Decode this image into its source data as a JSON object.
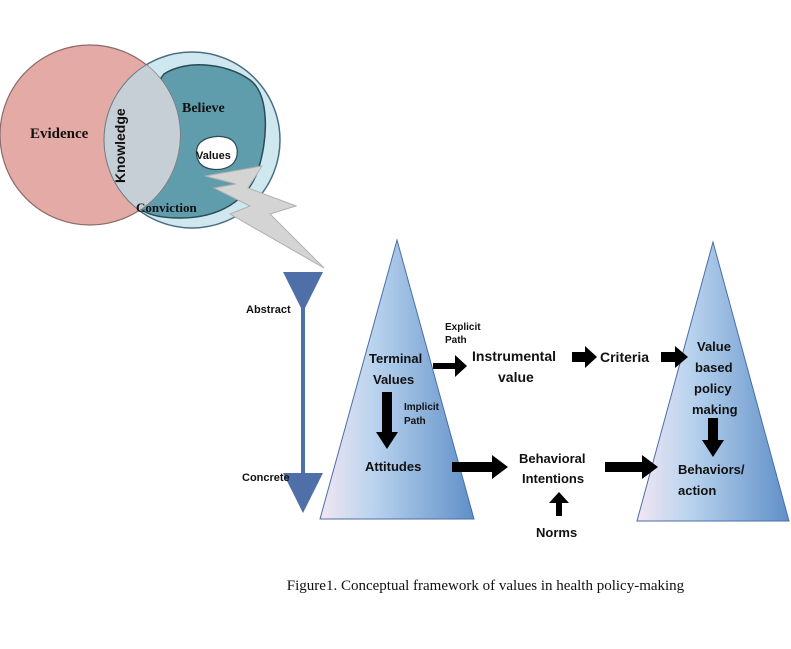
{
  "venn": {
    "evidence": "Evidence",
    "knowledge": "Knowledge",
    "believe": "Believe",
    "values": "Values",
    "conviction": "Conviction"
  },
  "scale": {
    "abstract": "Abstract",
    "concrete": "Concrete"
  },
  "left_cone": {
    "terminal_line1": "Terminal",
    "terminal_line2": "Values",
    "attitudes": "Attitudes"
  },
  "paths": {
    "explicit_line1": "Explicit",
    "explicit_line2": "Path",
    "implicit_line1": "Implicit",
    "implicit_line2": "Path"
  },
  "middle": {
    "instrumental_line1": "Instrumental",
    "instrumental_line2": "value",
    "criteria": "Criteria",
    "behavioral_line1": "Behavioral",
    "behavioral_line2": "Intentions",
    "norms": "Norms"
  },
  "right_cone": {
    "vbpm_line1": "Value",
    "vbpm_line2": "based",
    "vbpm_line3": "policy",
    "vbpm_line4": "making",
    "behaviors_line1": "Behaviors/",
    "behaviors_line2": "action"
  },
  "caption": "Figure1. Conceptual framework of values in health policy-making",
  "colors": {
    "evidence_fill": "#e3aaa6",
    "believe_circle": "#cfe8ef",
    "believe_blob": "#5f9dac",
    "knowledge_overlap": "#c6cfd6",
    "cone_dark": "#5f8fc8",
    "cone_light": "#f2e6f2",
    "scale_arrow": "#4f6fa8",
    "lightning": "#d4d4d4"
  }
}
